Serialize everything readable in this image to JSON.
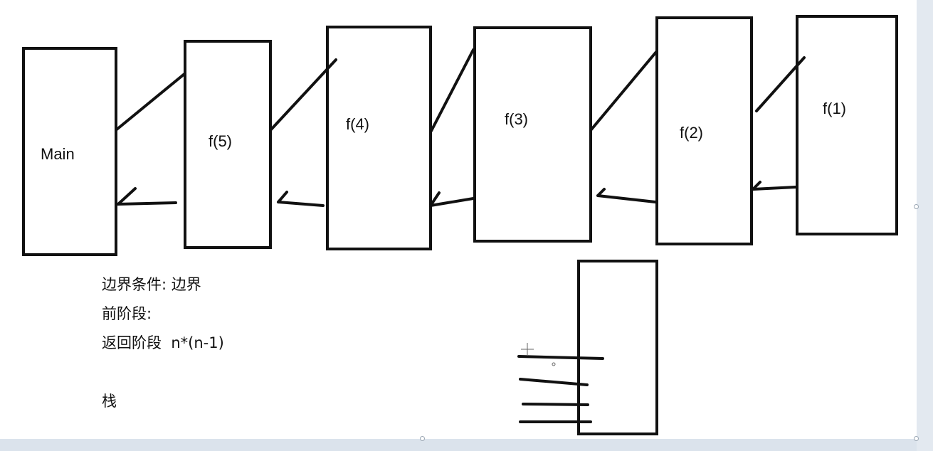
{
  "frames": [
    {
      "id": "main",
      "label": "Main"
    },
    {
      "id": "f5",
      "label": "f(5)"
    },
    {
      "id": "f4",
      "label": "f(4)"
    },
    {
      "id": "f3",
      "label": "f(3)"
    },
    {
      "id": "f2",
      "label": "f(2)"
    },
    {
      "id": "f1",
      "label": "f(1)"
    }
  ],
  "notes": {
    "boundary": "边界条件: 边界",
    "forward": "前阶段:",
    "return_phase": "返回阶段  n*(n-1)",
    "stack": "栈"
  },
  "colors": {
    "ink": "#111111",
    "canvas": "#ffffff",
    "window_bg": "#dfe6ee"
  }
}
